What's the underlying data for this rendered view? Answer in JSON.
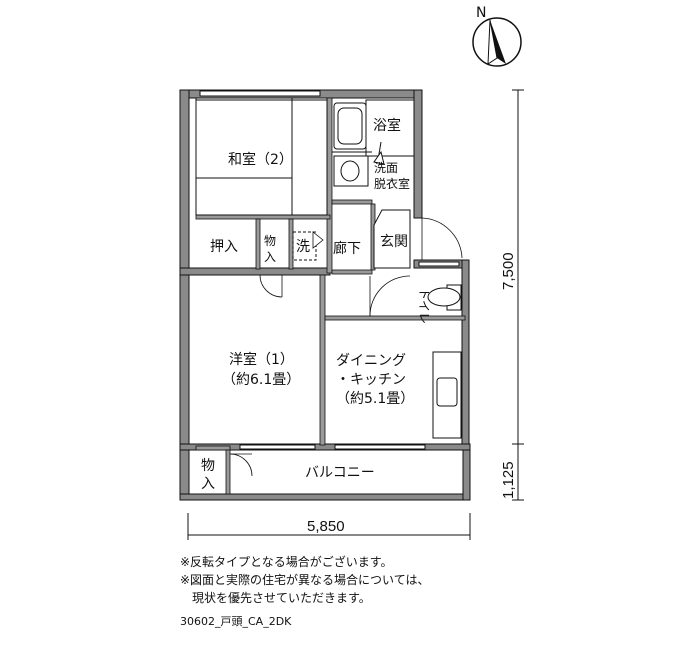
{
  "compass": {
    "north_label": "N"
  },
  "rooms": {
    "washitsu": "和室（2）",
    "bath": "浴室",
    "senmen_1": "洗面",
    "senmen_2": "脱衣室",
    "oshiire": "押入",
    "mono1_1": "物",
    "mono1_2": "入",
    "sentaku": "洗",
    "roka": "廊下",
    "genkan": "玄関",
    "toilet": "トイレ",
    "yoshitsu_1": "洋室（1）",
    "yoshitsu_2": "（約6.1畳）",
    "dk_1": "ダイニング",
    "dk_2": "・キッチン",
    "dk_3": "（約5.1畳）",
    "mono2_1": "物",
    "mono2_2": "入",
    "balcony": "バルコニー"
  },
  "dimensions": {
    "width": "5,850",
    "depth_main": "7,500",
    "depth_balcony": "1,125"
  },
  "notes": {
    "line1": "※反転タイプとなる場合がございます。",
    "line2": "※図面と実際の住宅が異なる場合については、",
    "line3": "　現状を優先させていただきます。"
  },
  "plan_code": "30602_戸頭_CA_2DK"
}
